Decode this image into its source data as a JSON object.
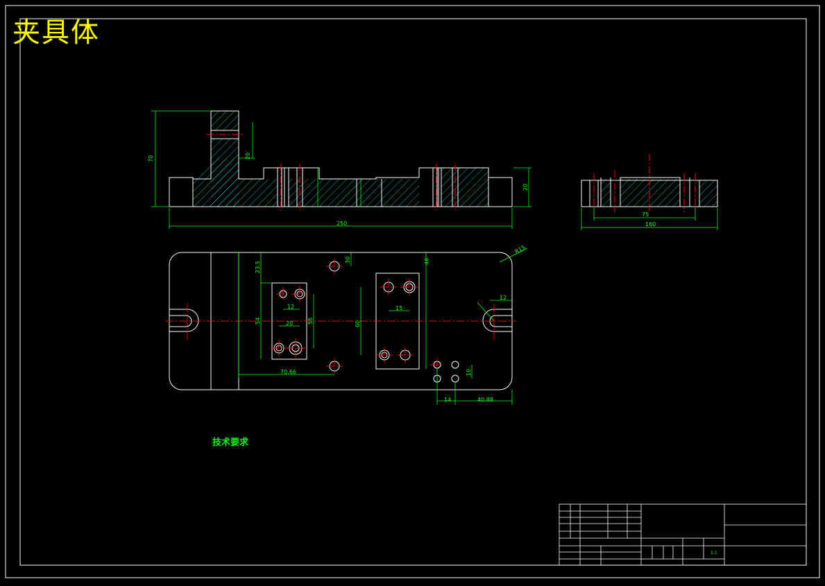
{
  "drawing_title": "夹具体",
  "colors": {
    "background": "#000000",
    "outline": "#ffffff",
    "dimension": "#00ff00",
    "hatch": "#00ffff",
    "centerline": "#ff0000",
    "title_text": "#ffff00"
  },
  "front_view": {
    "dims": {
      "overall_length": "250",
      "overall_height": "70",
      "base_height": "20",
      "slot_width": "20"
    }
  },
  "side_view": {
    "dims": {
      "width": "160",
      "inner": "75"
    }
  },
  "plan_view": {
    "dims": {
      "d_70_66": "70.66",
      "d_40_88": "40.88",
      "d_14": "14",
      "d_12a": "12",
      "d_12b": "12",
      "d_15": "15",
      "d_20": "20",
      "d_23_5": "23.5",
      "d_46": "46",
      "d_30": "30",
      "d_55": "55",
      "d_54": "54",
      "d_60": "60",
      "d_10": "10",
      "d_r15": "R15"
    }
  },
  "technical_requirements": {
    "title": "技术要求"
  },
  "title_block": {
    "scale": "1:1"
  }
}
